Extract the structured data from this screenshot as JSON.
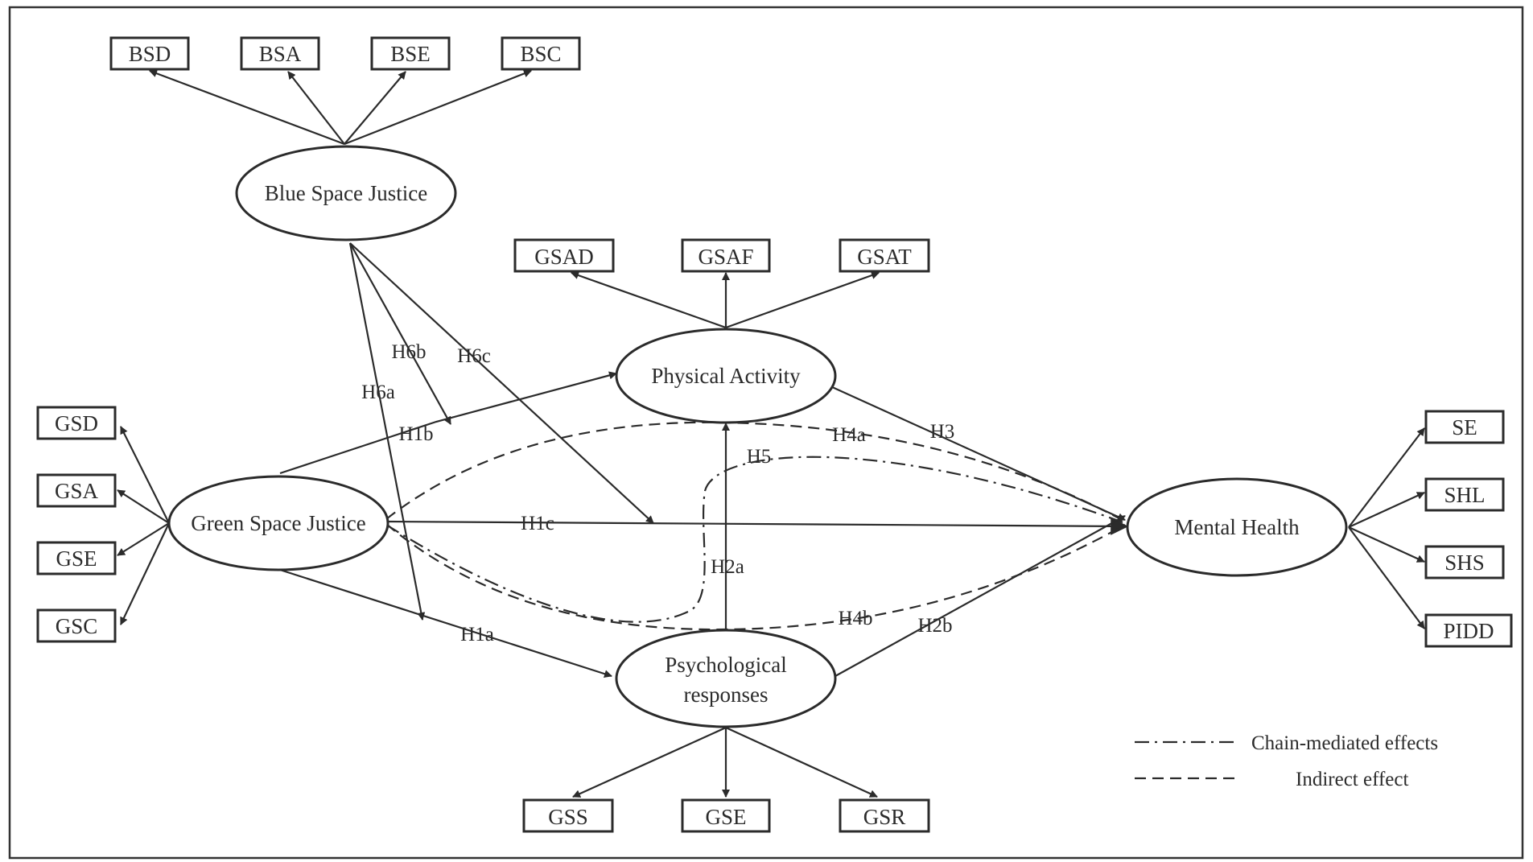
{
  "constructs": {
    "blue_space_justice": "Blue Space Justice",
    "green_space_justice": "Green Space Justice",
    "physical_activity": "Physical Activity",
    "psych_line1": "Psychological",
    "psych_line2": "responses",
    "mental_health": "Mental Health"
  },
  "indicators": {
    "bsd": "BSD",
    "bsa": "BSA",
    "bse": "BSE",
    "bsc": "BSC",
    "gsad": "GSAD",
    "gsaf": "GSAF",
    "gsat": "GSAT",
    "gsd": "GSD",
    "gsa": "GSA",
    "gse_green": "GSE",
    "gsc": "GSC",
    "se": "SE",
    "shl": "SHL",
    "shs": "SHS",
    "pidd": "PIDD",
    "gss": "GSS",
    "gse_psych": "GSE",
    "gsr": "GSR"
  },
  "hypotheses": {
    "h1a": "H1a",
    "h1b": "H1b",
    "h1c": "H1c",
    "h2a": "H2a",
    "h2b": "H2b",
    "h3": "H3",
    "h4a": "H4a",
    "h4b": "H4b",
    "h5": "H5",
    "h6a": "H6a",
    "h6b": "H6b",
    "h6c": "H6c"
  },
  "legend": {
    "chain": "Chain-mediated effects",
    "indirect": "Indirect effect"
  }
}
